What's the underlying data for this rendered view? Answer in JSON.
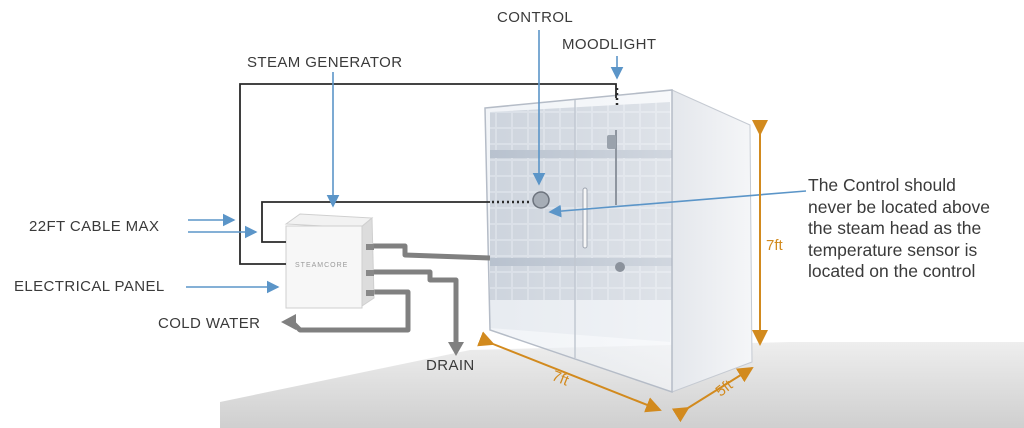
{
  "labels": {
    "control": "CONTROL",
    "moodlight": "MOODLIGHT",
    "steam_generator": "STEAM GENERATOR",
    "cable_max": "22FT CABLE MAX",
    "electrical_panel": "ELECTRICAL PANEL",
    "cold_water": "COLD WATER",
    "drain": "DRAIN",
    "unit_brand": "STEAMCORE"
  },
  "note": {
    "lines": [
      "The Control should",
      "never be located above",
      "the steam head as the",
      "temperature sensor is",
      "located on the control"
    ]
  },
  "dimensions": {
    "height": "7ft",
    "length": "7ft",
    "depth": "5ft"
  },
  "colors": {
    "pointer_blue": "#5b95c8",
    "dimension_orange": "#d28a1e",
    "pipe_gray": "#808080",
    "tile_blue": "#8f9fb3",
    "text": "#3a3a3a"
  }
}
